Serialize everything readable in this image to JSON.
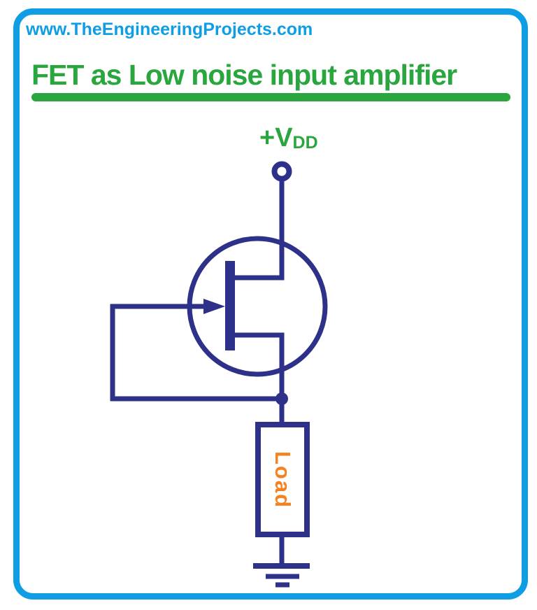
{
  "colors": {
    "frame_blue": "#0f9de4",
    "title_green": "#2aa63e",
    "circuit_navy": "#2e3189",
    "load_orange": "#f58220",
    "page_bg": "#ffffff"
  },
  "header": {
    "website_url": "www.TheEngineeringProjects.com"
  },
  "title": {
    "text": "FET as Low noise input amplifier"
  },
  "circuit": {
    "supply": {
      "prefix": "+V",
      "subscript": "DD"
    },
    "load": {
      "label": "Load"
    }
  }
}
